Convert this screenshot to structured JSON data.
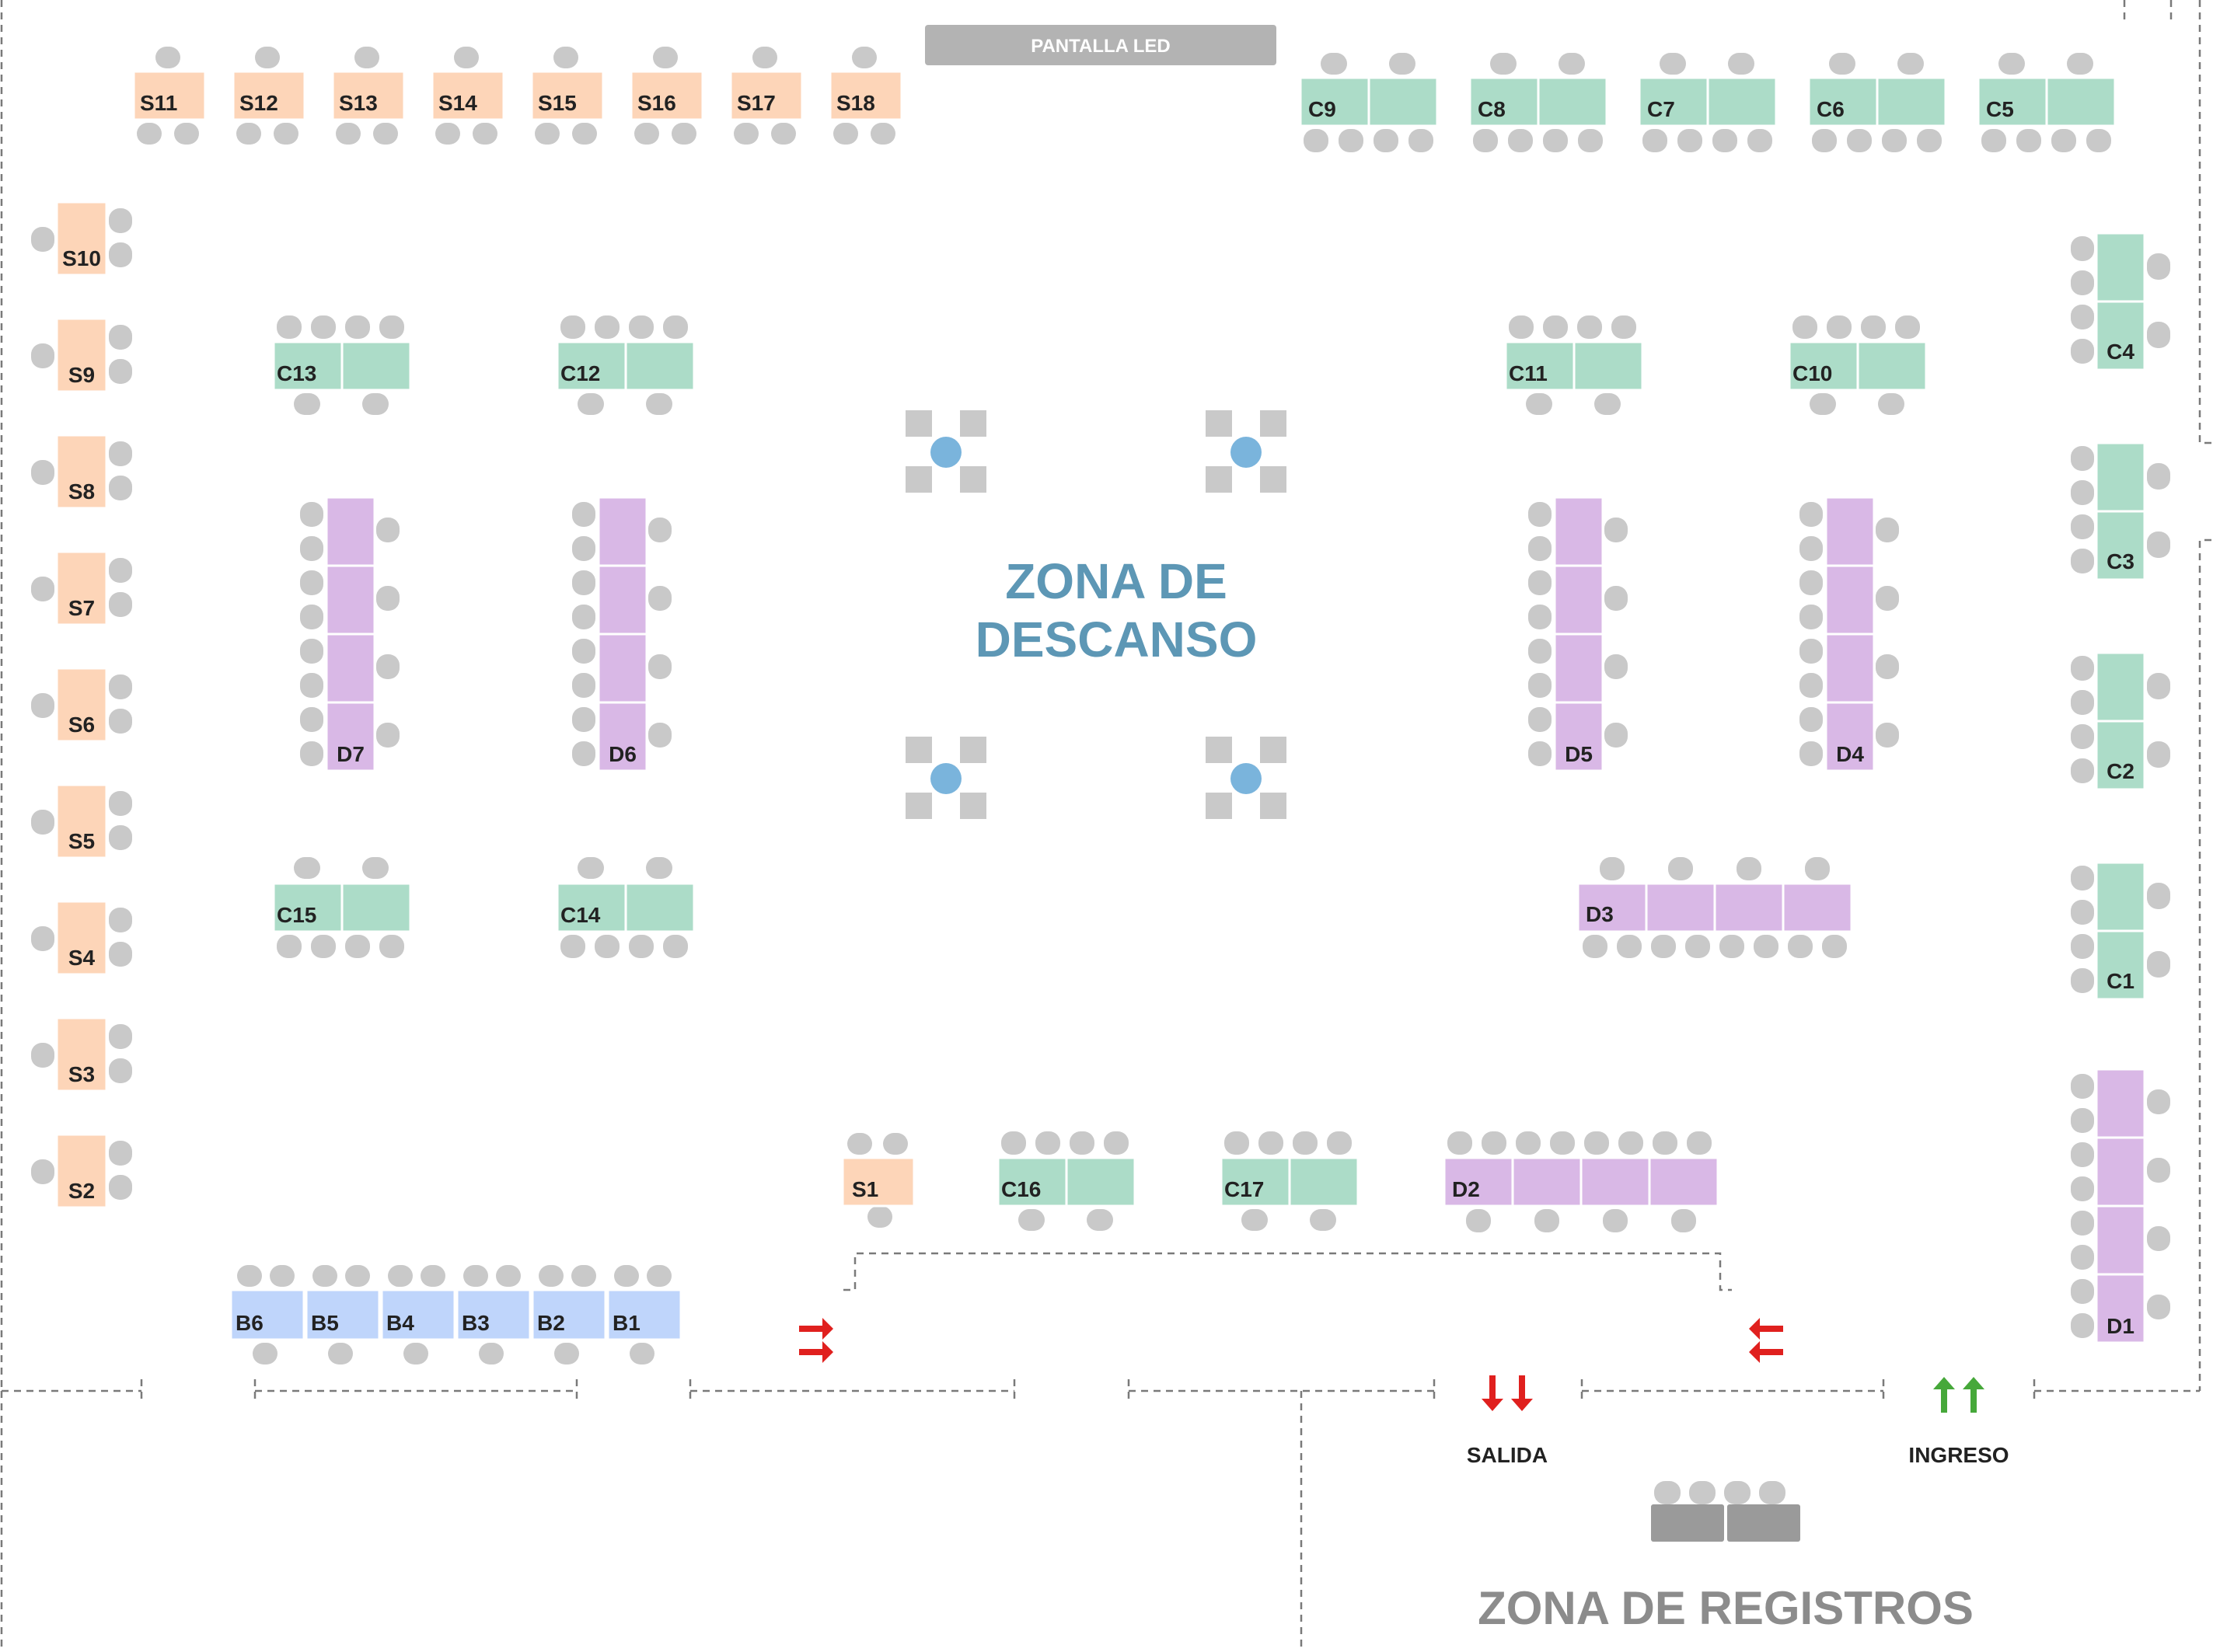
{
  "screen": {
    "title": "PANTALLA LED",
    "zones": {
      "rest_line1": "ZONA DE",
      "rest_line2": "DESCANSO",
      "registration": "ZONA DE REGISTROS"
    },
    "doors": {
      "exit": "SALIDA",
      "entry": "INGRESO"
    }
  },
  "colors": {
    "s": "#fdd5b8",
    "c": "#acdcc8",
    "d": "#d9b8e6",
    "b": "#bfd5fb",
    "chair": "#c9c9c9",
    "screen_bar": "#b3b3b3",
    "reg_table": "#9a9a9a",
    "rest_dot": "#7ab4dc",
    "rest_square": "#c9c9c9",
    "exit_arrow": "#e0201e",
    "entry_arrow": "#46a83a",
    "zone_rest_text": "#5d97b5",
    "zone_reg_text": "#8c8c8c"
  },
  "tables": {
    "s_top": [
      "S11",
      "S12",
      "S13",
      "S14",
      "S15",
      "S16",
      "S17",
      "S18"
    ],
    "s_left": [
      "S10",
      "S9",
      "S8",
      "S7",
      "S6",
      "S5",
      "S4",
      "S3",
      "S2"
    ],
    "s1": "S1",
    "c_top": [
      "C9",
      "C8",
      "C7",
      "C6",
      "C5"
    ],
    "c_right": [
      "C4",
      "C3",
      "C2",
      "C1"
    ],
    "c13": "C13",
    "c12": "C12",
    "c11": "C11",
    "c10": "C10",
    "c15": "C15",
    "c14": "C14",
    "c16": "C16",
    "c17": "C17",
    "d7": "D7",
    "d6": "D6",
    "d5": "D5",
    "d4": "D4",
    "d3": "D3",
    "d2": "D2",
    "d1": "D1",
    "b": [
      "B6",
      "B5",
      "B4",
      "B3",
      "B2",
      "B1"
    ]
  }
}
